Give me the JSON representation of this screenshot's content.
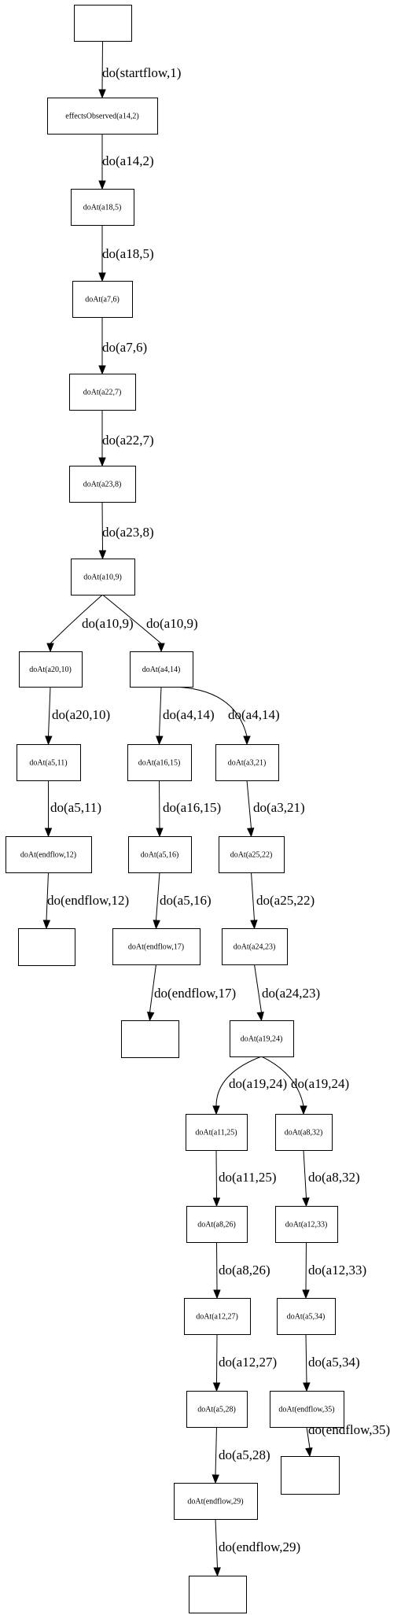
{
  "diagram": {
    "nodes": [
      {
        "id": "start",
        "label": ""
      },
      {
        "id": "n1",
        "label": "effectsObserved(a14,2)"
      },
      {
        "id": "n2",
        "label": "doAt(a18,5)"
      },
      {
        "id": "n3",
        "label": "doAt(a7,6)"
      },
      {
        "id": "n4",
        "label": "doAt(a22,7)"
      },
      {
        "id": "n5",
        "label": "doAt(a23,8)"
      },
      {
        "id": "n6",
        "label": "doAt(a10,9)"
      },
      {
        "id": "n7",
        "label": "doAt(a20,10)"
      },
      {
        "id": "n8",
        "label": "doAt(a4,14)"
      },
      {
        "id": "n9",
        "label": "doAt(a5,11)"
      },
      {
        "id": "n10",
        "label": "doAt(a16,15)"
      },
      {
        "id": "n11",
        "label": "doAt(a3,21)"
      },
      {
        "id": "n12",
        "label": "doAt(endflow,12)"
      },
      {
        "id": "n13",
        "label": "doAt(a5,16)"
      },
      {
        "id": "n14",
        "label": "doAt(a25,22)"
      },
      {
        "id": "end1",
        "label": ""
      },
      {
        "id": "n15",
        "label": "doAt(endflow,17)"
      },
      {
        "id": "n16",
        "label": "doAt(a24,23)"
      },
      {
        "id": "end2",
        "label": ""
      },
      {
        "id": "n17",
        "label": "doAt(a19,24)"
      },
      {
        "id": "n18",
        "label": "doAt(a11,25)"
      },
      {
        "id": "n19",
        "label": "doAt(a8,32)"
      },
      {
        "id": "n20",
        "label": "doAt(a8,26)"
      },
      {
        "id": "n21",
        "label": "doAt(a12,33)"
      },
      {
        "id": "n22",
        "label": "doAt(a12,27)"
      },
      {
        "id": "n23",
        "label": "doAt(a5,34)"
      },
      {
        "id": "n24",
        "label": "doAt(a5,28)"
      },
      {
        "id": "n25",
        "label": "doAt(endflow,35)"
      },
      {
        "id": "n26",
        "label": "doAt(endflow,29)"
      },
      {
        "id": "end3",
        "label": ""
      },
      {
        "id": "end4",
        "label": ""
      }
    ],
    "edges": [
      {
        "from": "start",
        "to": "n1",
        "label": "do(startflow,1)"
      },
      {
        "from": "n1",
        "to": "n2",
        "label": "do(a14,2)"
      },
      {
        "from": "n2",
        "to": "n3",
        "label": "do(a18,5)"
      },
      {
        "from": "n3",
        "to": "n4",
        "label": "do(a7,6)"
      },
      {
        "from": "n4",
        "to": "n5",
        "label": "do(a22,7)"
      },
      {
        "from": "n5",
        "to": "n6",
        "label": "do(a23,8)"
      },
      {
        "from": "n6",
        "to": "n7",
        "label": "do(a10,9)"
      },
      {
        "from": "n6",
        "to": "n8",
        "label": "do(a10,9)"
      },
      {
        "from": "n7",
        "to": "n9",
        "label": "do(a20,10)"
      },
      {
        "from": "n8",
        "to": "n10",
        "label": "do(a4,14)"
      },
      {
        "from": "n8",
        "to": "n11",
        "label": "do(a4,14)"
      },
      {
        "from": "n9",
        "to": "n12",
        "label": "do(a5,11)"
      },
      {
        "from": "n10",
        "to": "n13",
        "label": "do(a16,15)"
      },
      {
        "from": "n11",
        "to": "n14",
        "label": "do(a3,21)"
      },
      {
        "from": "n12",
        "to": "end1",
        "label": "do(endflow,12)"
      },
      {
        "from": "n13",
        "to": "n15",
        "label": "do(a5,16)"
      },
      {
        "from": "n14",
        "to": "n16",
        "label": "do(a25,22)"
      },
      {
        "from": "n15",
        "to": "end2",
        "label": "do(endflow,17)"
      },
      {
        "from": "n16",
        "to": "n17",
        "label": "do(a24,23)"
      },
      {
        "from": "n17",
        "to": "n18",
        "label": "do(a19,24)"
      },
      {
        "from": "n17",
        "to": "n19",
        "label": "do(a19,24)"
      },
      {
        "from": "n18",
        "to": "n20",
        "label": "do(a11,25)"
      },
      {
        "from": "n19",
        "to": "n21",
        "label": "do(a8,32)"
      },
      {
        "from": "n20",
        "to": "n22",
        "label": "do(a8,26)"
      },
      {
        "from": "n21",
        "to": "n23",
        "label": "do(a12,33)"
      },
      {
        "from": "n22",
        "to": "n24",
        "label": "do(a12,27)"
      },
      {
        "from": "n23",
        "to": "n25",
        "label": "do(a5,34)"
      },
      {
        "from": "n24",
        "to": "n26",
        "label": "do(a5,28)"
      },
      {
        "from": "n25",
        "to": "end3",
        "label": "do(endflow,35)"
      },
      {
        "from": "n26",
        "to": "end4",
        "label": "do(endflow,29)"
      }
    ]
  }
}
